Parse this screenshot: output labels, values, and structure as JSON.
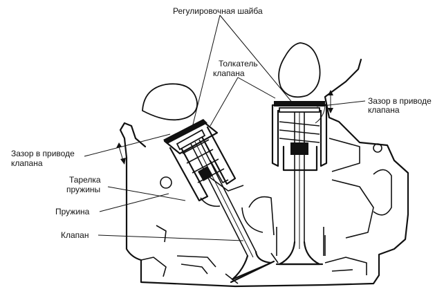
{
  "labels": {
    "adjusting_shim": "Регулировочная шайба",
    "tappet_line1": "Толкатель",
    "tappet_line2": "клапана",
    "clearance_right_line1": "Зазор в приводе",
    "clearance_right_line2": "клапана",
    "clearance_left_line1": "Зазор в приводе",
    "clearance_left_line2": "клапана",
    "spring_retainer_line1": "Тарелка",
    "spring_retainer_line2": "пружины",
    "spring": "Пружина",
    "valve": "Клапан"
  }
}
